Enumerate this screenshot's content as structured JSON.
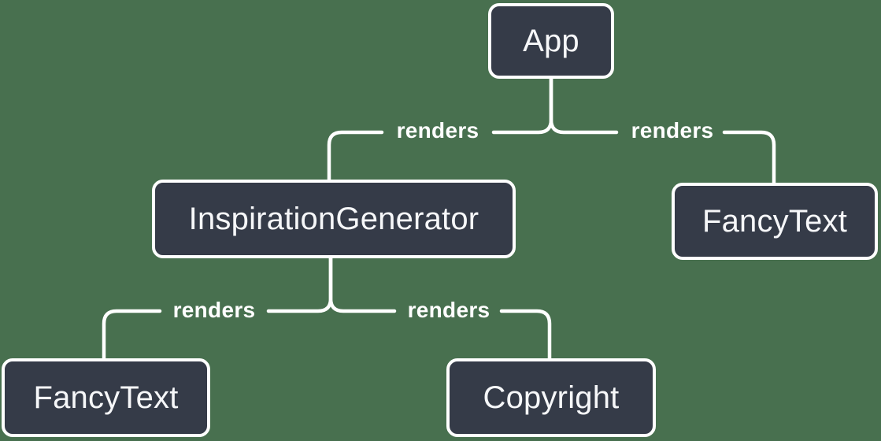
{
  "diagram": {
    "type": "render-tree",
    "colors": {
      "bg": "#48704F",
      "node_fill": "#353B48",
      "node_border": "#FFFFFF",
      "node_text": "#F6F7F9",
      "edge_color": "#FFFFFF"
    },
    "nodes": [
      {
        "id": "app",
        "label": "App"
      },
      {
        "id": "inspiration-generator",
        "label": "InspirationGenerator"
      },
      {
        "id": "fancy-text-top",
        "label": "FancyText"
      },
      {
        "id": "fancy-text-bottom",
        "label": "FancyText"
      },
      {
        "id": "copyright",
        "label": "Copyright"
      }
    ],
    "edges": [
      {
        "from": "App",
        "to": "InspirationGenerator",
        "label": "renders"
      },
      {
        "from": "App",
        "to": "FancyText",
        "label": "renders"
      },
      {
        "from": "InspirationGenerator",
        "to": "FancyText",
        "label": "renders"
      },
      {
        "from": "InspirationGenerator",
        "to": "Copyright",
        "label": "renders"
      }
    ]
  }
}
